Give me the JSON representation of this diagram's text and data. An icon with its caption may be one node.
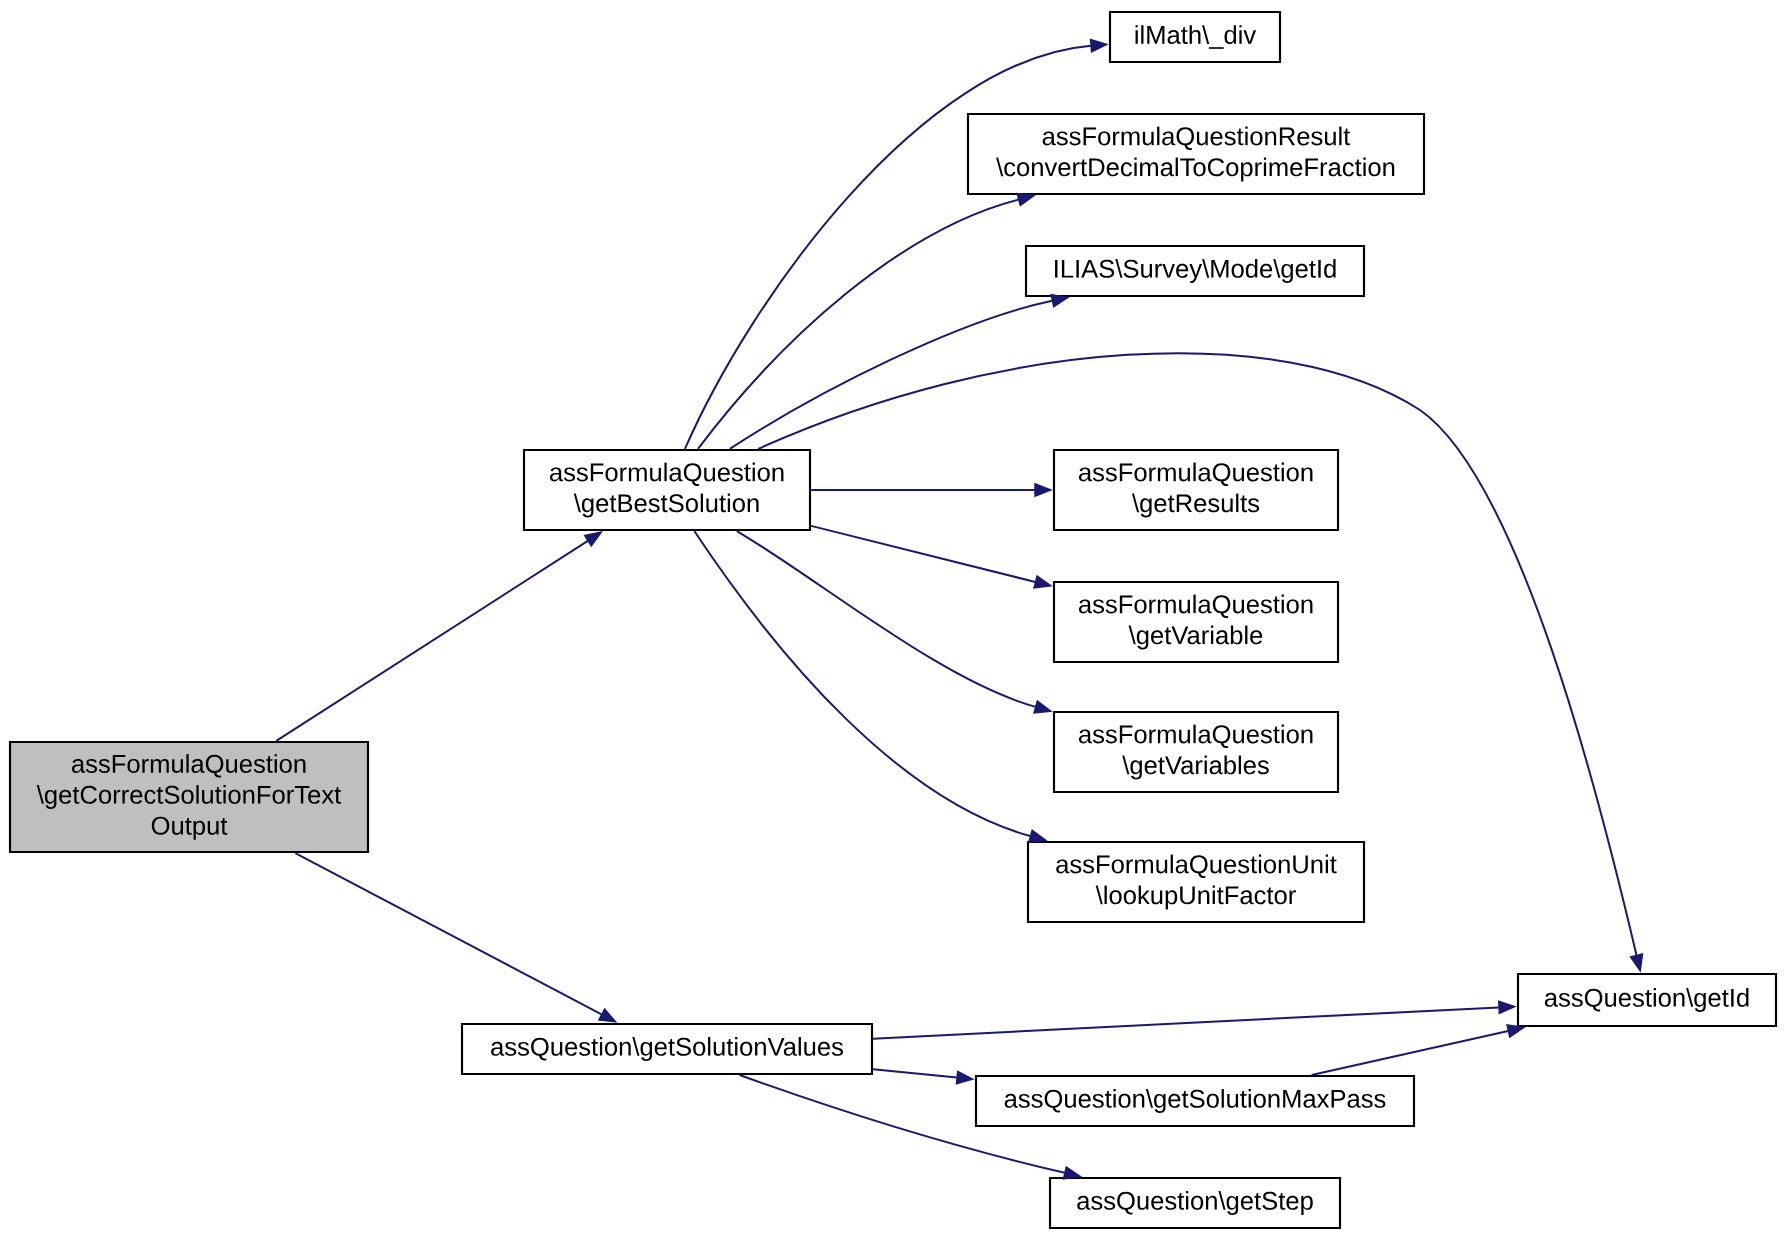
{
  "diagram": {
    "nodes": [
      {
        "text": [
          "assFormulaQuestion \\getCorrectSolutionForText Output"
        ]
      },
      {
        "text": [
          "assFormulaQuestion \\getBestSolution"
        ]
      },
      {
        "text": [
          "assQuestion\\getSolutionValues"
        ]
      },
      {
        "text": [
          "ilMath\\_div"
        ]
      },
      {
        "text": [
          "assFormulaQuestionResult \\convertDecimalToCoprimeFraction"
        ]
      },
      {
        "text": [
          "ILIAS\\Survey\\Mode\\getId"
        ]
      },
      {
        "text": [
          "assFormulaQuestion \\getResults"
        ]
      },
      {
        "text": [
          "assFormulaQuestion \\getVariable"
        ]
      },
      {
        "text": [
          "assFormulaQuestion \\getVariables"
        ]
      },
      {
        "text": [
          "assFormulaQuestionUnit \\lookupUnitFactor"
        ]
      },
      {
        "text": [
          "assQuestion\\getId"
        ]
      },
      {
        "text": [
          "assQuestion\\getSolutionMaxPass"
        ]
      },
      {
        "text": [
          "assQuestion\\getStep"
        ]
      }
    ],
    "edges": [
      {
        "from": 0,
        "to": 1,
        "arrow": "to"
      },
      {
        "from": 0,
        "to": 2,
        "arrow": "to"
      },
      {
        "from": 1,
        "to": 3,
        "arrow": "to"
      },
      {
        "from": 1,
        "to": 4,
        "arrow": "to"
      },
      {
        "from": 1,
        "to": 5,
        "arrow": "to"
      },
      {
        "from": 1,
        "to": 10,
        "arrow": "to"
      },
      {
        "from": 1,
        "to": 6,
        "arrow": "to"
      },
      {
        "from": 1,
        "to": 7,
        "arrow": "to"
      },
      {
        "from": 1,
        "to": 8,
        "arrow": "to"
      },
      {
        "from": 1,
        "to": 9,
        "arrow": "to"
      },
      {
        "from": 2,
        "to": 10,
        "arrow": "to"
      },
      {
        "from": 2,
        "to": 11,
        "arrow": "to"
      },
      {
        "from": 2,
        "to": 12,
        "arrow": "to"
      },
      {
        "from": 11,
        "to": 10,
        "arrow": "to"
      }
    ]
  }
}
